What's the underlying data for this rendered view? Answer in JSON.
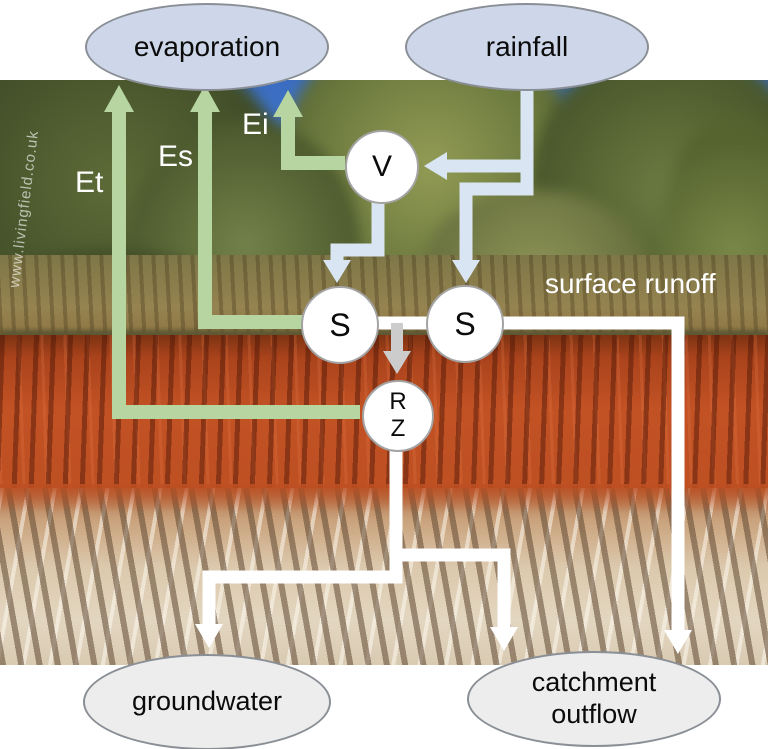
{
  "terminals": {
    "evaporation": {
      "label": "evaporation"
    },
    "rainfall": {
      "label": "rainfall"
    },
    "groundwater": {
      "label": "groundwater"
    },
    "catchment_outflow": {
      "line1": "catchment",
      "line2": "outflow"
    }
  },
  "nodes": {
    "v": {
      "letter": "V"
    },
    "s_canopy": {
      "letter": "S"
    },
    "s_surface": {
      "letter": "S"
    },
    "rz": {
      "line1": "R",
      "line2": "Z"
    }
  },
  "flows": {
    "et": "Et",
    "es": "Es",
    "ei": "Ei",
    "surface_runoff": "surface runoff"
  },
  "watermark": "www.livingfield.co.uk",
  "colors": {
    "evapotranspiration_green": "#b7d5a0",
    "rainfall_blue": "#d9e5f2",
    "flow_white": "#ffffff",
    "drainage_gray": "#cccccc",
    "terminal_top_fill": "#cdd7e9",
    "terminal_bottom_fill": "#ededed",
    "terminal_border": "#8a8f96",
    "node_fill": "#ffffff",
    "node_border": "#a3a3a3",
    "label_text": "#000000",
    "flow_label_text": "#ffffff"
  }
}
